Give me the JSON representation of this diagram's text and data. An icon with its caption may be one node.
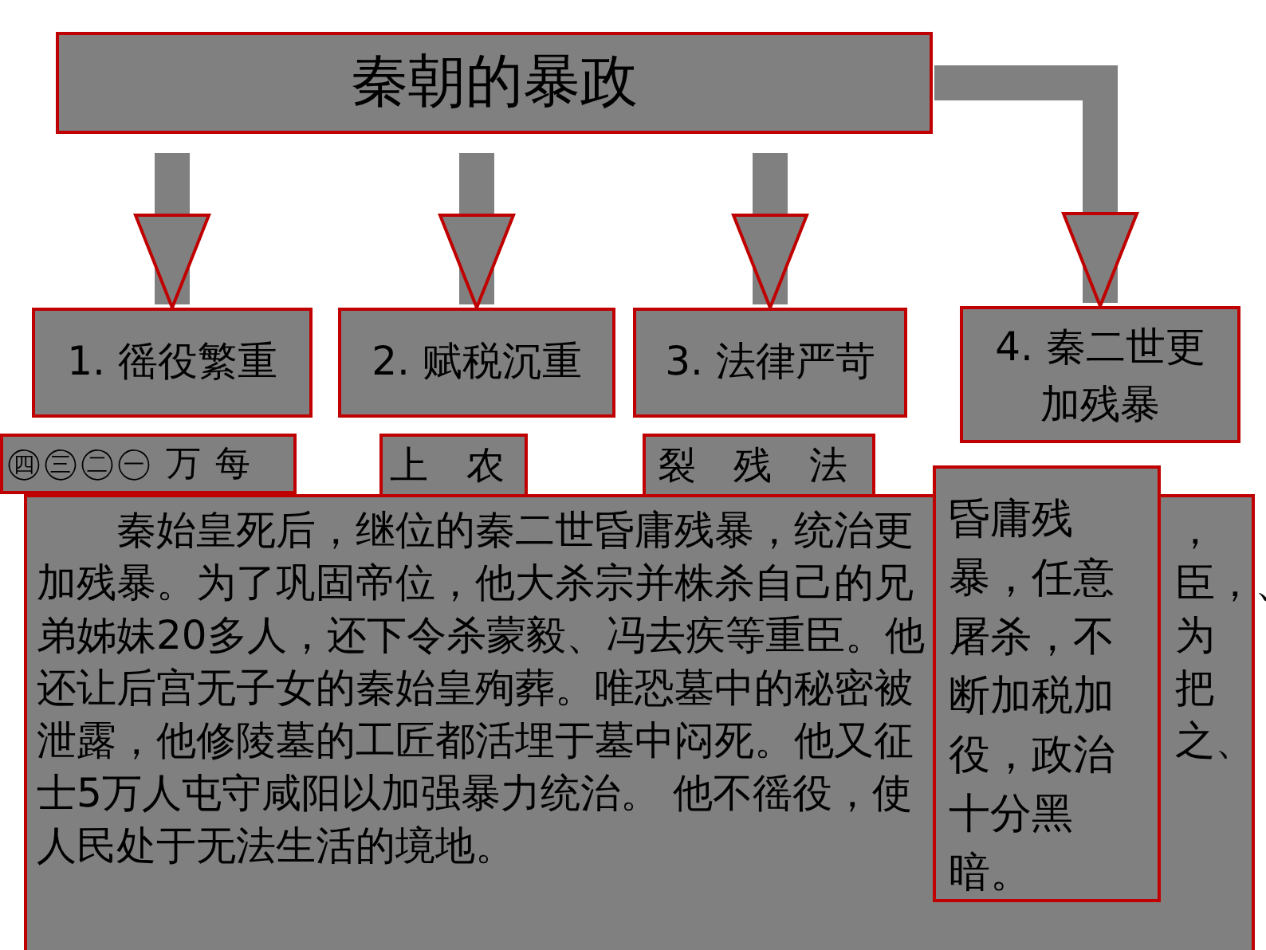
{
  "diagram": {
    "nodes": [
      {
        "text": [
          "秦朝的暴政"
        ]
      },
      {
        "text": [
          "1. 徭役繁重"
        ]
      },
      {
        "text": [
          "2. 赋税沉重"
        ]
      },
      {
        "text": [
          "3. 法律严苛"
        ]
      },
      {
        "text": [
          "4. 秦二世更加残暴"
        ]
      },
      {
        "text": [
          "㊃㊂㊁㊀ 万 每"
        ]
      },
      {
        "text": [
          "上 农"
        ]
      },
      {
        "text": [
          "裂 残 法"
        ]
      },
      {
        "text": [
          "秦始皇死后，继位的秦二世昏庸残暴，统治更加残暴。为了巩固帝位，他大杀宗并株杀自己的兄弟姊妹20多人，还下令杀蒙毅、冯去疾等重臣。他还让后宫无子女的秦始皇殉葬。唯恐墓中的秘密被泄露，他修陵墓的工匠都活埋于墓中闷死。他又征士5万人屯守咸阳以加强暴力统治。 他不徭役，使人民处于无法生活的境地。",
          "，臣，、为把之、"
        ]
      },
      {
        "text": [
          "昏庸残暴，任意屠杀，不断加税加役，政治十分黑暗。"
        ]
      }
    ],
    "edges": [
      {
        "from": 0,
        "to": 1,
        "arrow": "to"
      },
      {
        "from": 0,
        "to": 2,
        "arrow": "to"
      },
      {
        "from": 0,
        "to": 3,
        "arrow": "to"
      },
      {
        "from": 0,
        "to": 4,
        "arrow": "to"
      }
    ]
  }
}
